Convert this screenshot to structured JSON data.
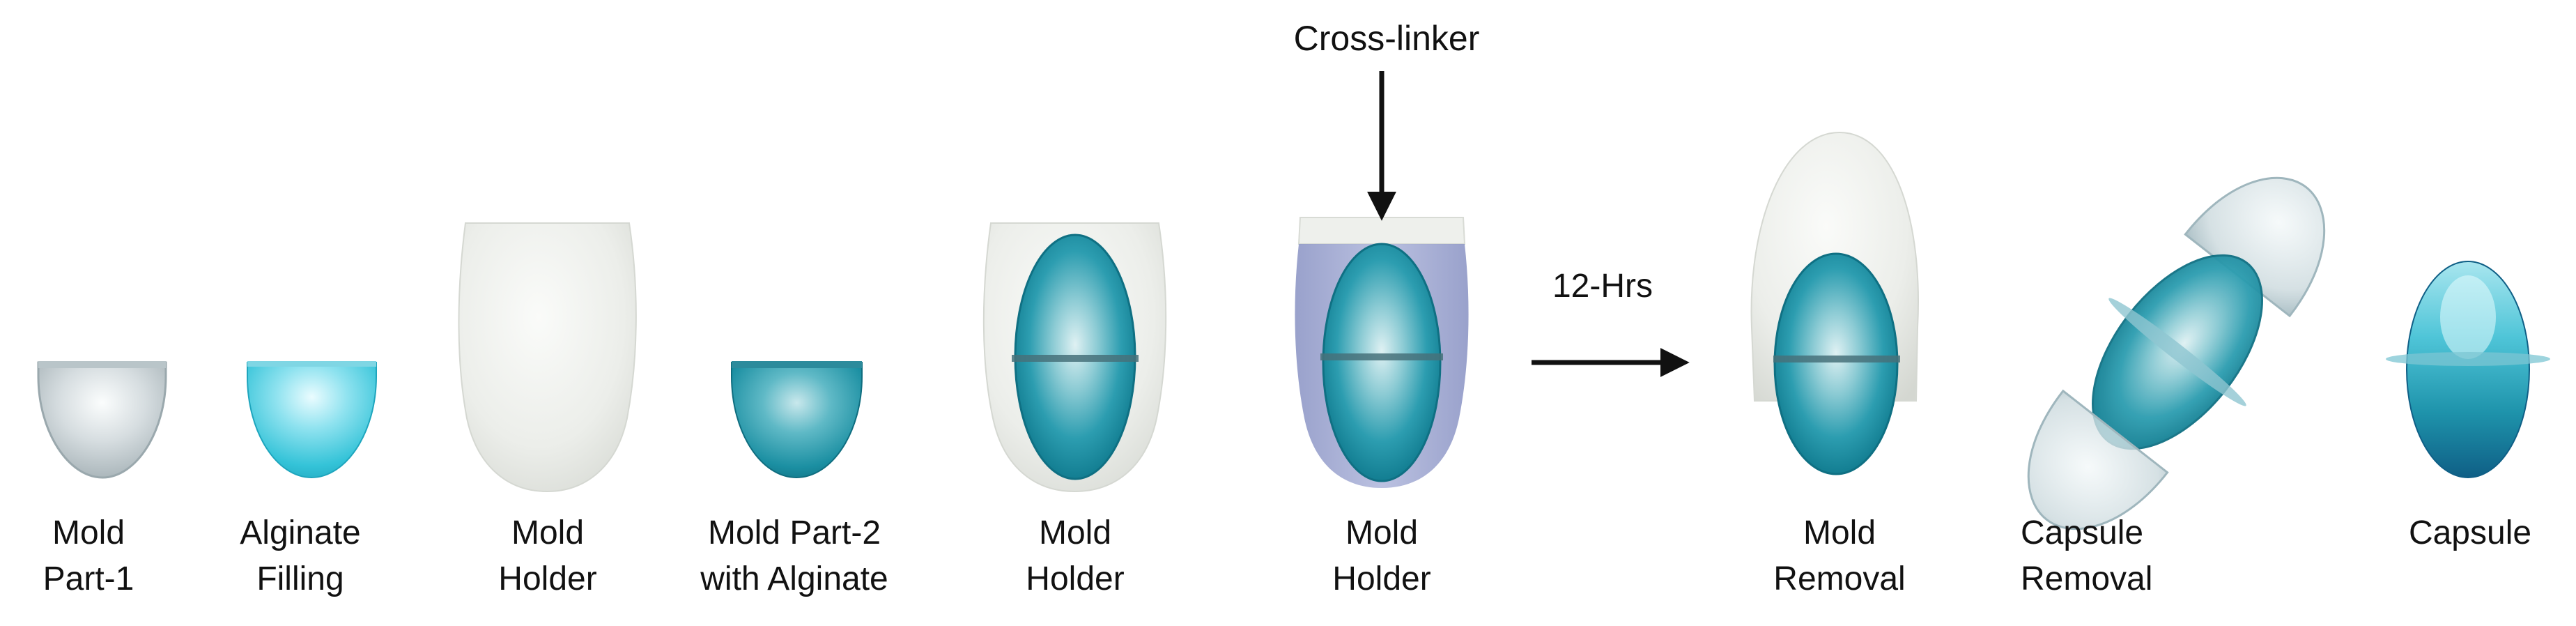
{
  "annotations": {
    "cross_linker": "Cross-linker",
    "duration": "12-Hrs"
  },
  "steps": [
    {
      "line1": "Mold",
      "line2": "Part-1"
    },
    {
      "line1": "Alginate",
      "line2": "Filling"
    },
    {
      "line1": "Mold",
      "line2": "Holder"
    },
    {
      "line1": "Mold Part-2",
      "line2": "with Alginate"
    },
    {
      "line1": "Mold",
      "line2": "Holder"
    },
    {
      "line1": "Mold",
      "line2": "Holder"
    },
    {
      "line1": "Mold",
      "line2": "Removal"
    },
    {
      "line1": "Capsule",
      "line2": "Removal"
    },
    {
      "line1": "Capsule",
      "line2": ""
    }
  ],
  "colors": {
    "mold_gray": "#c9d3d7",
    "holder_white": "#eceeea",
    "alginate_cyan": "#34c3d8",
    "capsule_teal": "#1f93a6",
    "crosslinker_lavender": "#a4acd3",
    "arrow_black": "#111111"
  }
}
